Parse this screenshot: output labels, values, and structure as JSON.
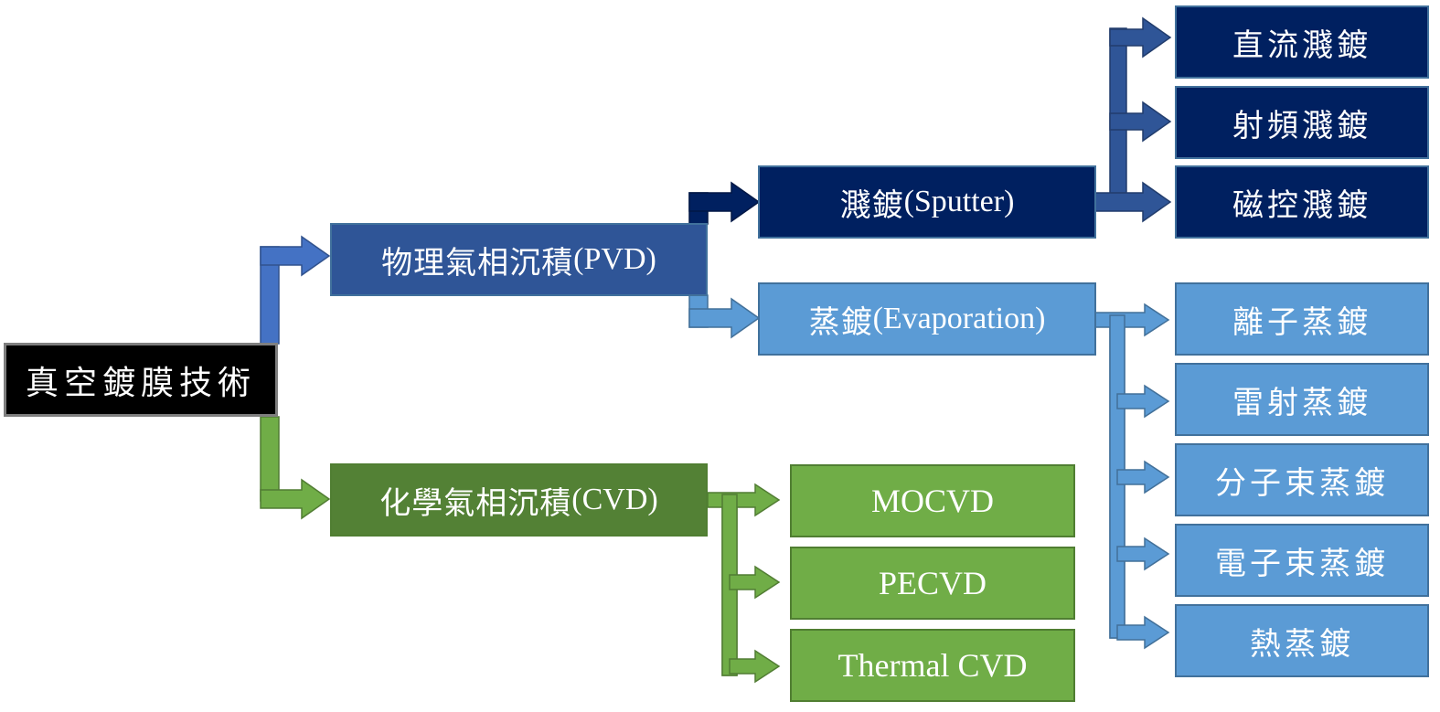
{
  "diagram": {
    "type": "tree",
    "direction": "left-to-right",
    "root": {
      "label": "真空鍍膜技術",
      "color": "#000000"
    },
    "branches": {
      "pvd": {
        "label_cjk": "物理氣相沉積",
        "label_latin": "(PVD)",
        "color": "#2f5597",
        "arrow_color": "#4472c4",
        "children": {
          "sputter": {
            "label_cjk": "濺鍍",
            "label_latin": "(Sputter)",
            "color": "#002060",
            "arrow_color": "#2f5597",
            "children": [
              "直流濺鍍",
              "射頻濺鍍",
              "磁控濺鍍"
            ]
          },
          "evaporation": {
            "label_cjk": "蒸鍍",
            "label_latin": "(Evaporation)",
            "color": "#5b9bd5",
            "arrow_color": "#5b9bd5",
            "children": [
              "離子蒸鍍",
              "雷射蒸鍍",
              "分子束蒸鍍",
              "電子束蒸鍍",
              "熱蒸鍍"
            ]
          }
        }
      },
      "cvd": {
        "label_cjk": "化學氣相沉積",
        "label_latin": "(CVD)",
        "color": "#538135",
        "arrow_color": "#70ad47",
        "children": [
          "MOCVD",
          "PECVD",
          "Thermal CVD"
        ]
      }
    }
  }
}
